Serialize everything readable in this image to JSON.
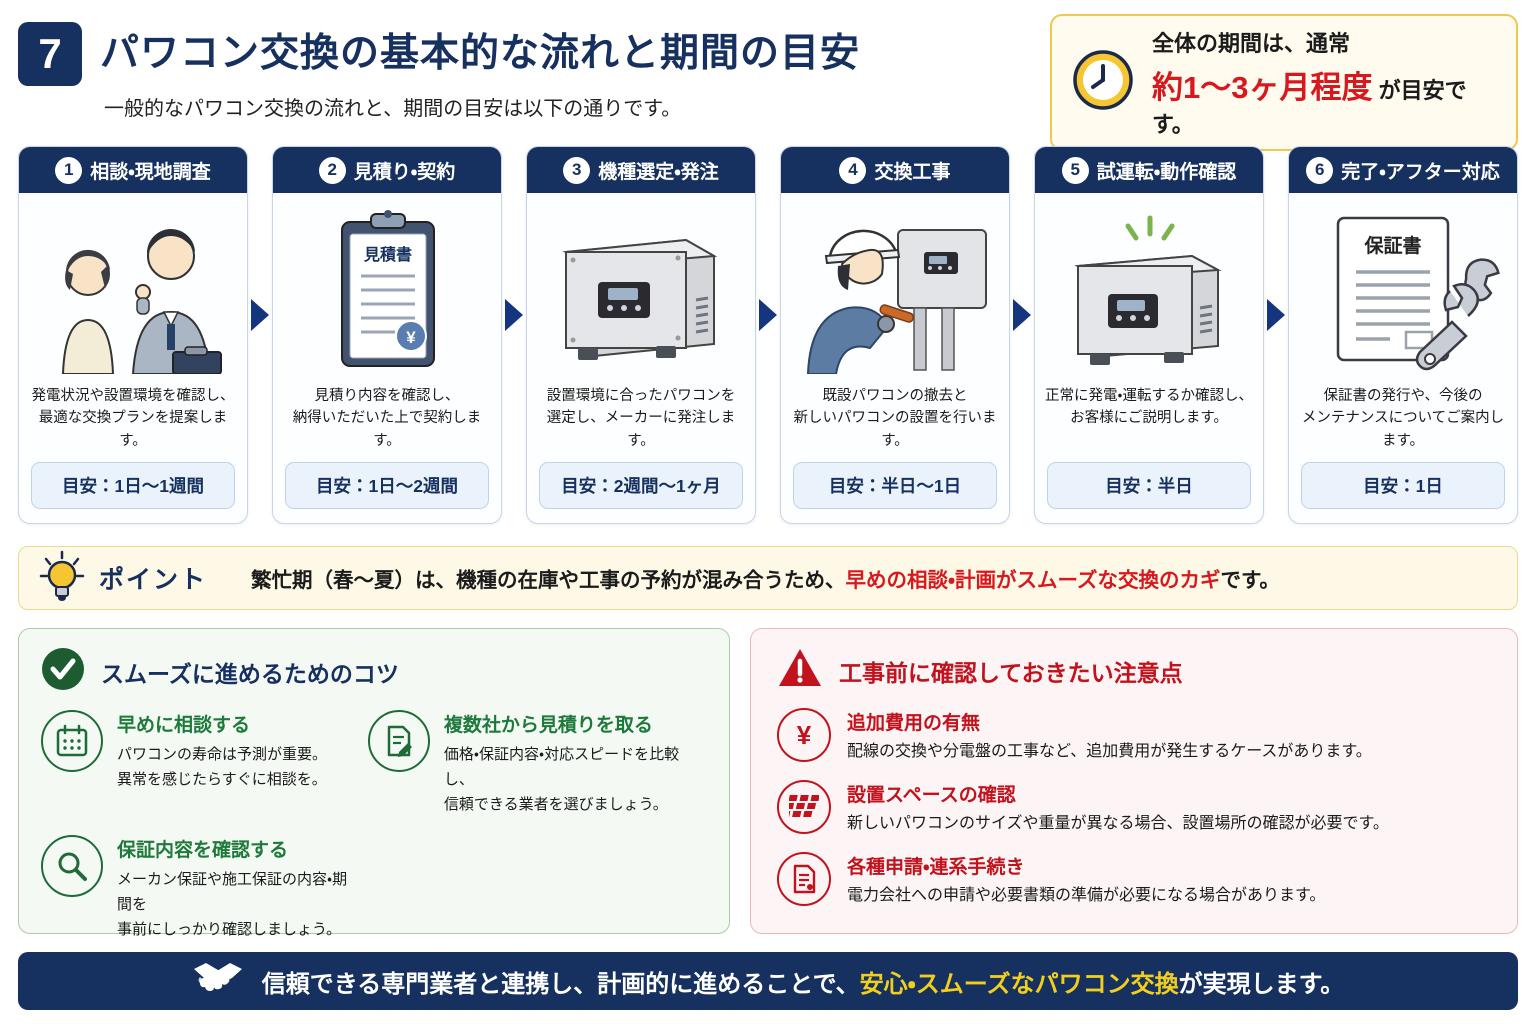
{
  "colors": {
    "navy": "#16305f",
    "red": "#d7191f",
    "green": "#1e7a3a",
    "gold": "#f0c84f",
    "badge_bg": "#eaf2fb",
    "footer_yellow": "#f3cf1d"
  },
  "header": {
    "number": "7",
    "title": "パワコン交換の基本的な流れと期間の目安",
    "subtitle": "一般的なパワコン交換の流れと、期間の目安は以下の通りです。"
  },
  "duration_box": {
    "line1": "全体の期間は、通常",
    "highlight": "約1〜3ヶ月程度",
    "suffix": " が目安です。"
  },
  "steps": [
    {
      "num": "1",
      "title": "相談・現地調査",
      "desc": "発電状況や設置環境を確認し、\n最適な交換プランを提案します。",
      "badge": "目安：1日〜1週間"
    },
    {
      "num": "2",
      "title": "見積り・契約",
      "desc": "見積り内容を確認し、\n納得いただいた上で契約します。",
      "badge": "目安：1日〜2週間"
    },
    {
      "num": "3",
      "title": "機種選定・発注",
      "desc": "設置環境に合ったパワコンを\n選定し、メーカーに発注します。",
      "badge": "目安：2週間〜1ヶ月"
    },
    {
      "num": "4",
      "title": "交換工事",
      "desc": "既設パワコンの撤去と\n新しいパワコンの設置を行います。",
      "badge": "目安：半日〜1日"
    },
    {
      "num": "5",
      "title": "試運転・動作確認",
      "desc": "正常に発電・運転するか確認し、\nお客様にご説明します。",
      "badge": "目安：半日"
    },
    {
      "num": "6",
      "title": "完了・アフター対応",
      "desc": "保証書の発行や、今後の\nメンテナンスについてご案内します。",
      "badge": "目安：1日"
    }
  ],
  "illustrations": {
    "estimate_label": "見積書",
    "warranty_label": "保証書",
    "yen_mark": "¥"
  },
  "point": {
    "label": "ポイント",
    "text_before": "繁忙期（春〜夏）は、機種の在庫や工事の予約が混み合うため、",
    "text_red": "早めの相談・計画がスムーズな交換のカギ",
    "text_after": "です。"
  },
  "tips": {
    "title": "スムーズに進めるためのコツ",
    "items": [
      {
        "heading": "早めに相談する",
        "desc": "パワコンの寿命は予測が重要。\n異常を感じたらすぐに相談を。"
      },
      {
        "heading": "複数社から見積りを取る",
        "desc": "価格・保証内容・対応スピードを比較し、\n信頼できる業者を選びましょう。"
      },
      {
        "heading": "保証内容を確認する",
        "desc": "メーカン保証や施工保証の内容・期間を\n事前にしっかり確認しましょう。"
      }
    ]
  },
  "cautions": {
    "title": "工事前に確認しておきたい注意点",
    "items": [
      {
        "heading": "追加費用の有無",
        "desc": "配線の交換や分電盤の工事など、追加費用が発生するケースがあります。"
      },
      {
        "heading": "設置スペースの確認",
        "desc": "新しいパワコンのサイズや重量が異なる場合、設置場所の確認が必要です。"
      },
      {
        "heading": "各種申請・連系手続き",
        "desc": "電力会社への申請や必要書類の準備が必要になる場合があります。"
      }
    ]
  },
  "footer": {
    "text_before": "信頼できる専門業者と連携し、計画的に進めることで、",
    "text_yellow": "安心・スムーズなパワコン交換",
    "text_after": "が実現します。"
  }
}
